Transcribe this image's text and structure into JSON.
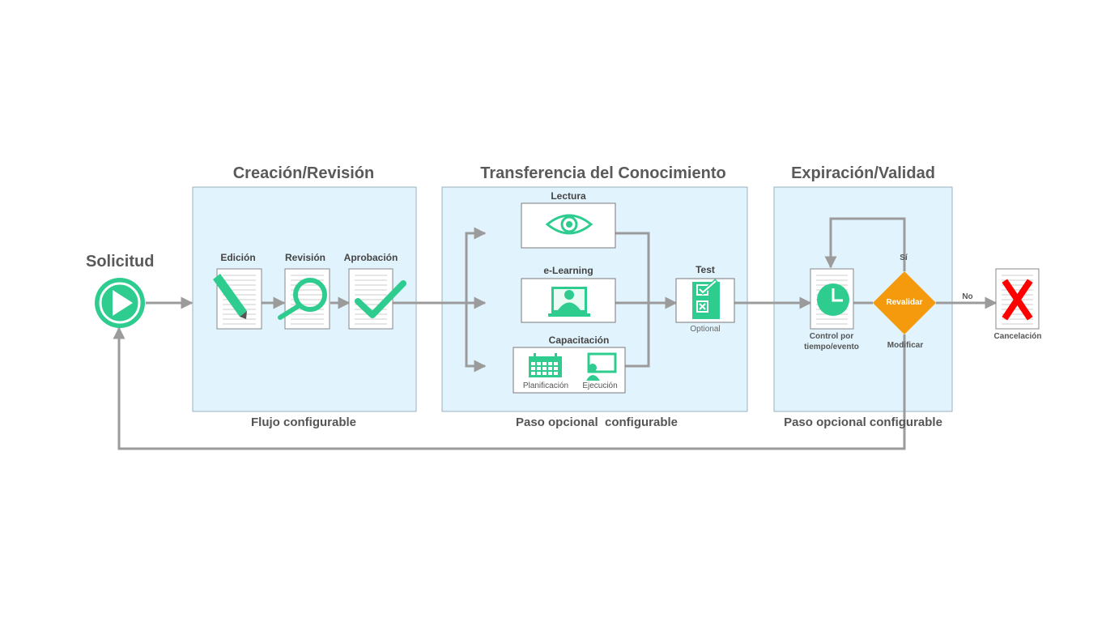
{
  "start": {
    "label": "Solicitud"
  },
  "sections": [
    {
      "title": "Creación/Revisión",
      "footer": "Flujo configurable"
    },
    {
      "title": "Transferencia del Conocimiento",
      "footer": "Paso opcional  configurable"
    },
    {
      "title": "Expiración/Validad",
      "footer": "Paso opcional configurable"
    }
  ],
  "creation_steps": [
    {
      "label": "Edición",
      "icon": "pencil-icon"
    },
    {
      "label": "Revisión",
      "icon": "magnifier-icon"
    },
    {
      "label": "Aprobación",
      "icon": "checkmark-icon"
    }
  ],
  "knowledge": {
    "lectura": {
      "label": "Lectura",
      "icon": "eye-icon"
    },
    "elearning": {
      "label": "e-Learning",
      "icon": "computer-user-icon"
    },
    "capacitacion": {
      "label": "Capacitación",
      "planificacion": "Planificación",
      "ejecucion": "Ejecución"
    },
    "test": {
      "label": "Test",
      "sub": "Optional",
      "icon": "checklist-icon"
    }
  },
  "expiration": {
    "control": {
      "line1": "Control por",
      "line2": "tiempo/evento",
      "icon": "clock-icon"
    },
    "decision": {
      "label": "Revalidar",
      "yes": "Sí",
      "no": "No",
      "modify": "Modificar"
    }
  },
  "end": {
    "label": "Cancelación",
    "icon": "red-x-icon"
  },
  "colors": {
    "accent": "#2ecc8f",
    "section_fill": "#e1f3fc",
    "section_border": "#9ab0c0",
    "connector": "#9b9b9b",
    "decision": "#f59a0c",
    "cancel": "#ff0000"
  }
}
